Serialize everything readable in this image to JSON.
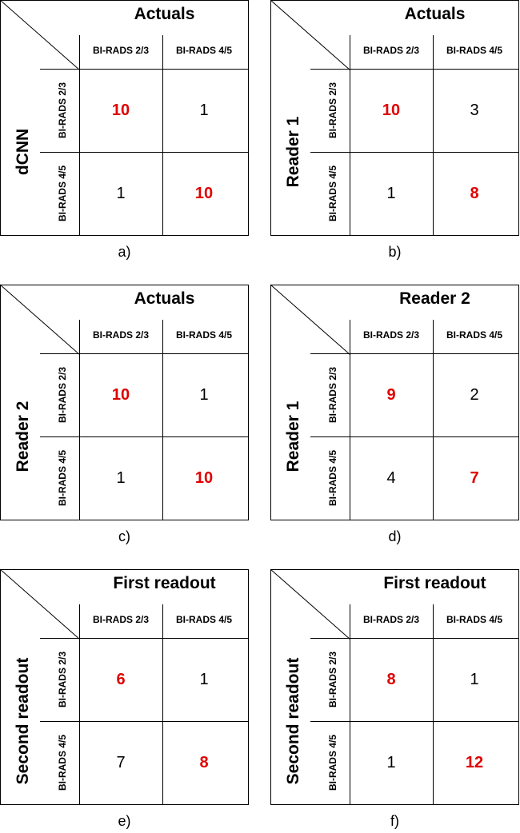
{
  "figure": {
    "panels": [
      {
        "caption": "a)",
        "column_title": "Actuals",
        "row_title": "dCNN",
        "column_labels": [
          "BI-RADS 2/3",
          "BI-RADS 4/5"
        ],
        "row_labels": [
          "BI-RADS 2/3",
          "BI-RADS 4/5"
        ],
        "cells": [
          [
            "10",
            "1"
          ],
          [
            "1",
            "10"
          ]
        ]
      },
      {
        "caption": "b)",
        "column_title": "Actuals",
        "row_title": "Reader 1",
        "column_labels": [
          "BI-RADS 2/3",
          "BI-RADS 4/5"
        ],
        "row_labels": [
          "BI-RADS 2/3",
          "BI-RADS 4/5"
        ],
        "cells": [
          [
            "10",
            "3"
          ],
          [
            "1",
            "8"
          ]
        ]
      },
      {
        "caption": "c)",
        "column_title": "Actuals",
        "row_title": "Reader 2",
        "column_labels": [
          "BI-RADS 2/3",
          "BI-RADS 4/5"
        ],
        "row_labels": [
          "BI-RADS 2/3",
          "BI-RADS 4/5"
        ],
        "cells": [
          [
            "10",
            "1"
          ],
          [
            "1",
            "10"
          ]
        ]
      },
      {
        "caption": "d)",
        "column_title": "Reader 2",
        "row_title": "Reader 1",
        "column_labels": [
          "BI-RADS 2/3",
          "BI-RADS 4/5"
        ],
        "row_labels": [
          "BI-RADS 2/3",
          "BI-RADS 4/5"
        ],
        "cells": [
          [
            "9",
            "2"
          ],
          [
            "4",
            "7"
          ]
        ]
      },
      {
        "caption": "e)",
        "column_title": "First readout",
        "row_title": "Second readout",
        "column_labels": [
          "BI-RADS 2/3",
          "BI-RADS 4/5"
        ],
        "row_labels": [
          "BI-RADS 2/3",
          "BI-RADS 4/5"
        ],
        "cells": [
          [
            "6",
            "1"
          ],
          [
            "7",
            "8"
          ]
        ]
      },
      {
        "caption": "f)",
        "column_title": "First readout",
        "row_title": "Second readout",
        "column_labels": [
          "BI-RADS 2/3",
          "BI-RADS 4/5"
        ],
        "row_labels": [
          "BI-RADS 2/3",
          "BI-RADS 4/5"
        ],
        "cells": [
          [
            "8",
            "1"
          ],
          [
            "1",
            "12"
          ]
        ]
      }
    ],
    "colors": {
      "agreement_highlight": "#e00000",
      "default_text": "#000000",
      "border": "#000000"
    }
  }
}
